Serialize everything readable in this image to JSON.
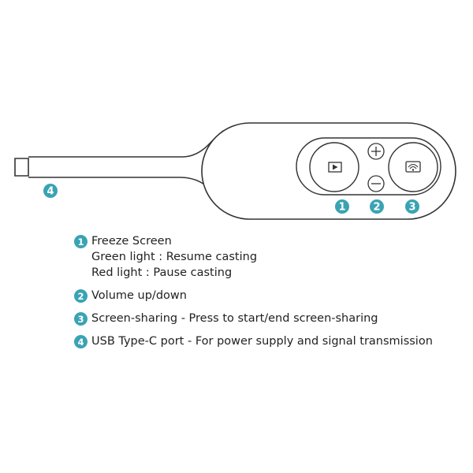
{
  "colors": {
    "badge": "#3aa3b3",
    "outline": "#333333"
  },
  "icons": {
    "play": "play-icon",
    "cast": "cast-icon",
    "plus": "plus-icon",
    "minus": "minus-icon"
  },
  "device": {
    "badges": [
      "1",
      "2",
      "3"
    ],
    "cable_badge": "4"
  },
  "legend": {
    "items": [
      {
        "number": "1",
        "lines": [
          "Freeze Screen",
          "Green light : Resume casting",
          "Red light : Pause casting"
        ]
      },
      {
        "number": "2",
        "lines": [
          "Volume up/down"
        ]
      },
      {
        "number": "3",
        "lines": [
          "Screen-sharing - Press to start/end screen-sharing"
        ]
      },
      {
        "number": "4",
        "lines": [
          "USB Type-C port - For power supply and signal transmission"
        ]
      }
    ]
  }
}
